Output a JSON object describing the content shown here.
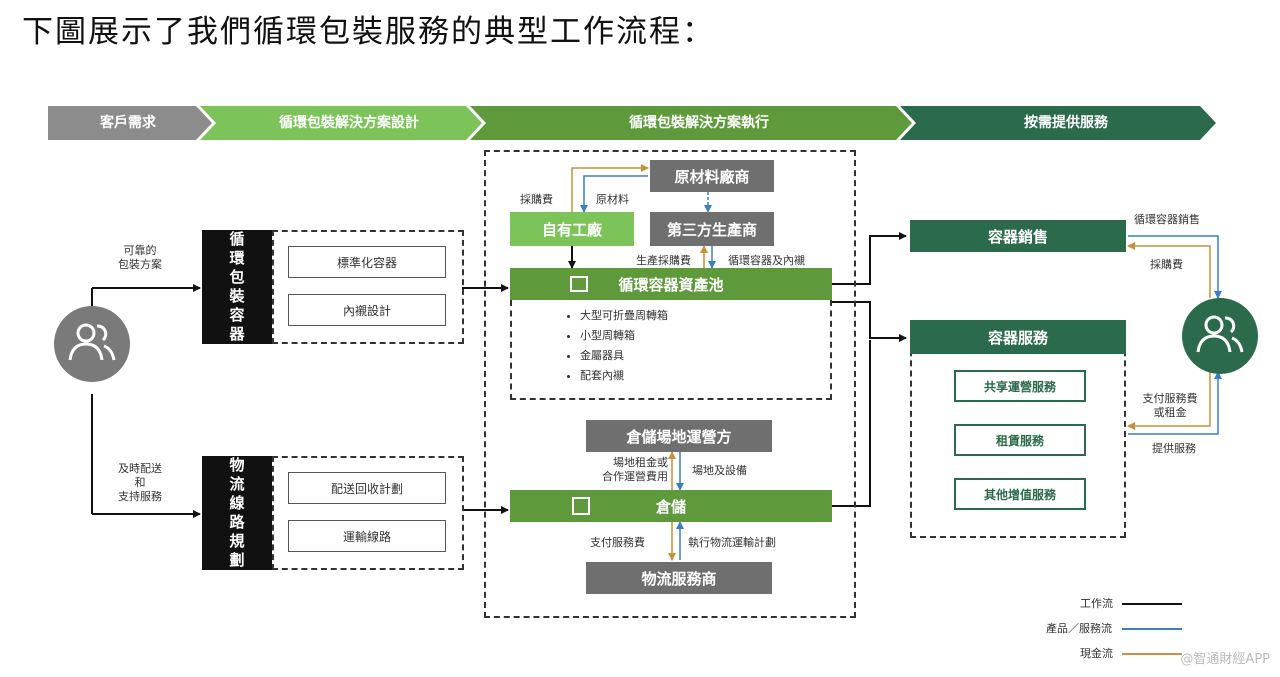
{
  "title": "下圖展示了我們循環包裝服務的典型工作流程：",
  "stages": [
    "客戶需求",
    "循環包裝解決方案設計",
    "循環包裝解決方案執行",
    "按需提供服務"
  ],
  "left": {
    "top_label": "可靠的\n包裝方案",
    "bottom_label": "及時配送\n和\n支持服務"
  },
  "packaging": {
    "title": "循環包裝容器",
    "items": [
      "標準化容器",
      "內襯設計"
    ]
  },
  "logistics": {
    "title": "物流線路規劃",
    "items": [
      "配送回收計劃",
      "運輸線路"
    ]
  },
  "execution": {
    "raw_supplier": "原材料廠商",
    "own_factory": "自有工廠",
    "third_party": "第三方生產商",
    "purchase_fee": "採購費",
    "raw_material": "原材料",
    "production_fee": "生產採購費",
    "containers_liners": "循環容器及內襯",
    "pool": "循環容器資產池",
    "pool_items": [
      "大型可折疊周轉箱",
      "小型周轉箱",
      "金屬器具",
      "配套內襯"
    ],
    "warehouse_operator": "倉儲場地運營方",
    "rent_label": "場地租金或\n合作運營費用",
    "site_label": "場地及設備",
    "warehouse": "倉儲",
    "service_fee": "支付服務費",
    "exec_logistics": "執行物流運輸計劃",
    "logistics_provider": "物流服務商"
  },
  "services": {
    "sales": "容器銷售",
    "service": "容器服務",
    "service_items": [
      "共享運營服務",
      "租賃服務",
      "其他增值服務"
    ],
    "sales_label": "循環容器銷售",
    "purchase_label": "採購費",
    "pay_label": "支付服務費\n或租金",
    "provide_label": "提供服務"
  },
  "legend": [
    "工作流",
    "產品／服務流",
    "現金流"
  ],
  "watermark": "@智通財經APP",
  "colors": {
    "grey": "#8c8c8c",
    "light_green": "#7cc35a",
    "mid_green": "#5e9a3c",
    "dark_green": "#2b6b4b",
    "product_flow": "#3a7fc4",
    "cash_flow": "#c8913a"
  }
}
